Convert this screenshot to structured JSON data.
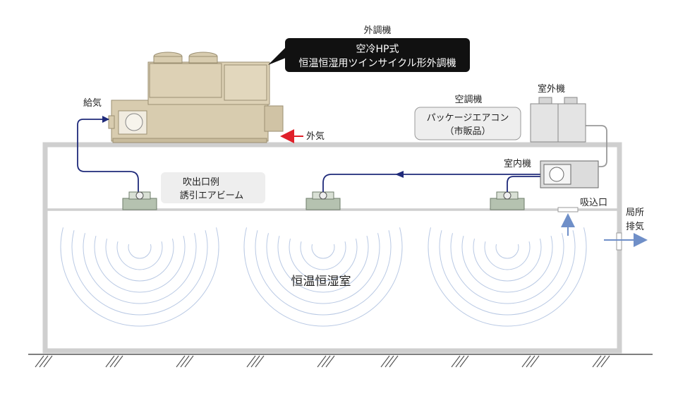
{
  "outdoor_unit": {
    "title": "外調機",
    "callout_line1": "空冷HP式",
    "callout_line2": "恒温恒湿用ツインサイクル形外調機"
  },
  "supply_air_label": "給気",
  "outside_air_label": "外気",
  "package_ac": {
    "title": "空調機",
    "line1": "パッケージエアコン",
    "line2": "（市販品）"
  },
  "condenser_label": "室外機",
  "indoor_unit_label": "室内機",
  "outlet_example": {
    "line1": "吹出口例",
    "line2": "誘引エアビーム"
  },
  "intake_label": "吸込口",
  "local_exhaust": {
    "line1": "局所",
    "line2": "排気"
  },
  "room_label": "恒温恒湿室",
  "colors": {
    "duct": "#1f2a7a",
    "outside_air_arrow": "#e0202a",
    "intake_arrow": "#6f8fc8",
    "room_wall": "#cfcfcf",
    "unit_body": "#d8ccaf",
    "ripple": "#b9c9e4"
  }
}
